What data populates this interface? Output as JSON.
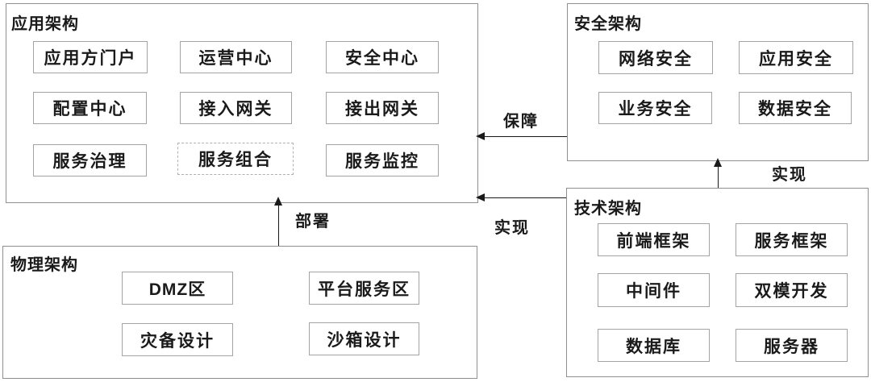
{
  "diagram": {
    "type": "architecture-relationship-diagram",
    "colors": {
      "background": "#ffffff",
      "panel_border": "#8f8f8f",
      "node_border": "#a3a3a3",
      "dashed_node_border": "#b0b0b0",
      "text": "#1a1a1a",
      "arrow": "#1a1a1a"
    },
    "panels": [
      {
        "id": "application-architecture",
        "title": "应用架构",
        "items": [
          {
            "label": "应用方门户"
          },
          {
            "label": "运营中心"
          },
          {
            "label": "安全中心"
          },
          {
            "label": "配置中心"
          },
          {
            "label": "接入网关"
          },
          {
            "label": "接出网关"
          },
          {
            "label": "服务治理"
          },
          {
            "label": "服务组合",
            "style": "dashed"
          },
          {
            "label": "服务监控"
          }
        ]
      },
      {
        "id": "security-architecture",
        "title": "安全架构",
        "items": [
          {
            "label": "网络安全"
          },
          {
            "label": "应用安全"
          },
          {
            "label": "业务安全"
          },
          {
            "label": "数据安全"
          }
        ]
      },
      {
        "id": "technical-architecture",
        "title": "技术架构",
        "items": [
          {
            "label": "前端框架"
          },
          {
            "label": "服务框架"
          },
          {
            "label": "中间件"
          },
          {
            "label": "双模开发"
          },
          {
            "label": "数据库"
          },
          {
            "label": "服务器"
          }
        ]
      },
      {
        "id": "physical-architecture",
        "title": "物理架构",
        "items": [
          {
            "label": "DMZ区"
          },
          {
            "label": "平台服务区"
          },
          {
            "label": "灾备设计"
          },
          {
            "label": "沙箱设计"
          }
        ]
      }
    ],
    "arrows": [
      {
        "label": "保障",
        "from": "安全架构",
        "to": "应用架构",
        "direction": "left"
      },
      {
        "label": "实现",
        "from": "技术架构",
        "to": "应用架构",
        "direction": "left"
      },
      {
        "label": "实现",
        "from": "技术架构",
        "to": "安全架构",
        "direction": "up"
      },
      {
        "label": "部署",
        "from": "物理架构",
        "to": "应用架构",
        "direction": "up"
      }
    ]
  }
}
